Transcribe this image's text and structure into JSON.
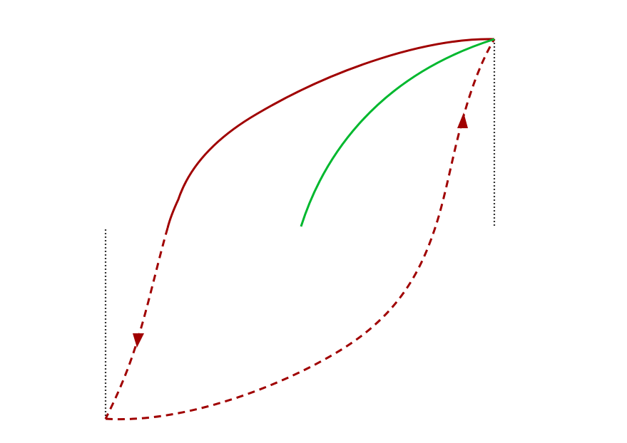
{
  "diagram": {
    "kind": "hysteresis-loop",
    "colors": {
      "loop": "#a00000",
      "initial_curve": "#00b82e",
      "guide": "#333333",
      "background": "#ffffff"
    },
    "elements": {
      "upper_branch": {
        "style": "solid",
        "color": "loop"
      },
      "upper_branch_tail": {
        "style": "dashed",
        "color": "loop",
        "arrow": "down"
      },
      "lower_branch": {
        "style": "dashed",
        "color": "loop",
        "arrow": "up"
      },
      "initial_magnetization_curve": {
        "style": "solid",
        "color": "initial_curve"
      },
      "guide_left": {
        "style": "dotted",
        "color": "guide"
      },
      "guide_right": {
        "style": "dotted",
        "color": "guide"
      }
    }
  }
}
